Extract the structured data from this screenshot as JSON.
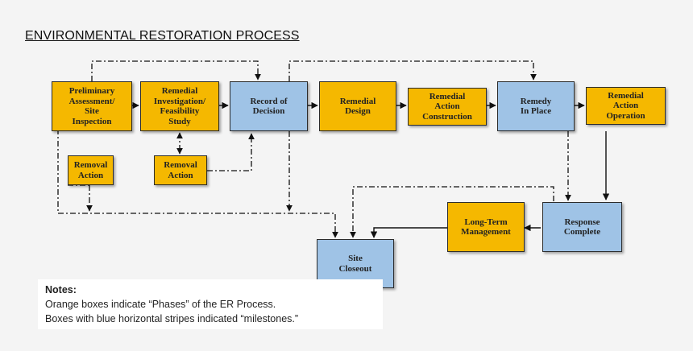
{
  "title": "ENVIRONMENTAL RESTORATION PROCESS",
  "colors": {
    "phase": "#f5b800",
    "milestone": "#9fc3e6"
  },
  "boxes": {
    "preliminary": "Preliminary\nAssessment/\nSite\nInspection",
    "remedial_investigation": "Remedial\nInvestigation/\nFeasibility\nStudy",
    "record_of_decision": "Record of\nDecision",
    "remedial_design": "Remedial\nDesign",
    "remedial_action_construction": "Remedial\nAction\nConstruction",
    "remedy_in_place": "Remedy\nIn Place",
    "remedial_action_operation": "Remedial\nAction\nOperation",
    "removal_action_1": "Removal\nAction",
    "removal_action_2": "Removal\nAction",
    "long_term_management": "Long-Term\nManagement",
    "response_complete": "Response\nComplete",
    "site_closeout": "Site\nCloseout"
  },
  "notes": {
    "title": "Notes:",
    "line1": "Orange boxes indicate “Phases” of the ER Process.",
    "line2": "Boxes with blue horizontal stripes indicated “milestones.”"
  }
}
